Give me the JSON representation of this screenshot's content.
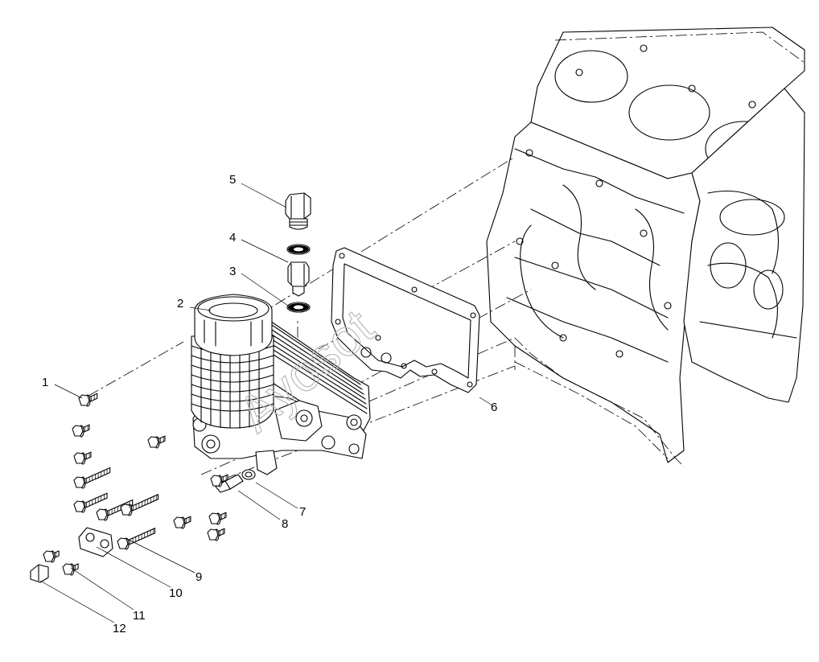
{
  "watermark": "Ayosot",
  "callouts": [
    {
      "id": "c1",
      "label": "1"
    },
    {
      "id": "c2",
      "label": "2"
    },
    {
      "id": "c3",
      "label": "3"
    },
    {
      "id": "c4",
      "label": "4"
    },
    {
      "id": "c5",
      "label": "5"
    },
    {
      "id": "c6",
      "label": "6"
    },
    {
      "id": "c7",
      "label": "7"
    },
    {
      "id": "c8",
      "label": "8"
    },
    {
      "id": "c9",
      "label": "9"
    },
    {
      "id": "c10",
      "label": "10"
    },
    {
      "id": "c11",
      "label": "11"
    },
    {
      "id": "c12",
      "label": "12"
    }
  ]
}
